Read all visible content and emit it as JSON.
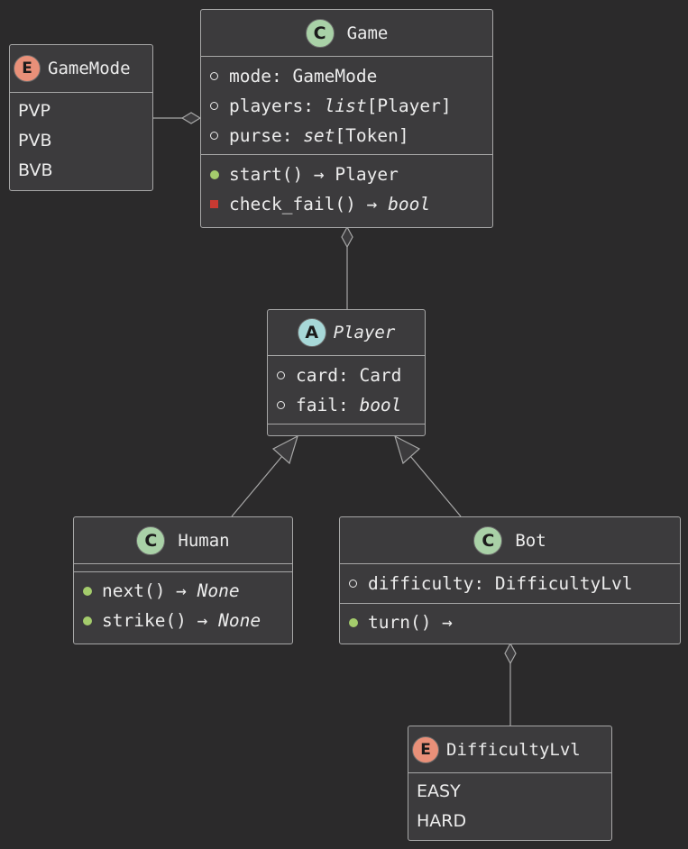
{
  "colors": {
    "background": "#2b2a2b",
    "box_fill": "#3c3b3d",
    "box_border": "#a7a7a7",
    "class_badge": "#a9d1a7",
    "abstract_badge": "#a7d8d8",
    "enum_badge": "#e99079",
    "public_method": "#a4cc6c",
    "private_method": "#c83a32",
    "text": "#ececec"
  },
  "game": {
    "stereotype": "C",
    "name": "Game",
    "attributes": [
      {
        "name": "mode",
        "sep": ": ",
        "type": "GameMode"
      },
      {
        "name": "players",
        "sep": ": ",
        "type_generic": "list",
        "type_param": "[Player]"
      },
      {
        "name": "purse",
        "sep": ": ",
        "type_generic": "set",
        "type_param": "[Token]"
      }
    ],
    "methods": [
      {
        "signature": "start() → ",
        "returns": "Player"
      },
      {
        "signature": "check_fail() → ",
        "returns": "bool"
      }
    ]
  },
  "gamemode": {
    "stereotype": "E",
    "name": "GameMode",
    "values": [
      "PVP",
      "PVB",
      "BVB"
    ]
  },
  "player": {
    "stereotype": "A",
    "name": "Player",
    "attributes": [
      {
        "name": "card",
        "sep": ": ",
        "type": "Card"
      },
      {
        "name": "fail",
        "sep": ": ",
        "type": "bool"
      }
    ]
  },
  "human": {
    "stereotype": "C",
    "name": "Human",
    "methods": [
      {
        "signature": "next() → ",
        "returns": "None"
      },
      {
        "signature": "strike() → ",
        "returns": "None"
      }
    ]
  },
  "bot": {
    "stereotype": "C",
    "name": "Bot",
    "attributes": [
      {
        "name": "difficulty",
        "sep": ": ",
        "type": "DifficultyLvl"
      }
    ],
    "methods": [
      {
        "signature": "turn() →",
        "returns": ""
      }
    ]
  },
  "difficulty": {
    "stereotype": "E",
    "name": "DifficultyLvl",
    "values": [
      "EASY",
      "HARD"
    ]
  }
}
